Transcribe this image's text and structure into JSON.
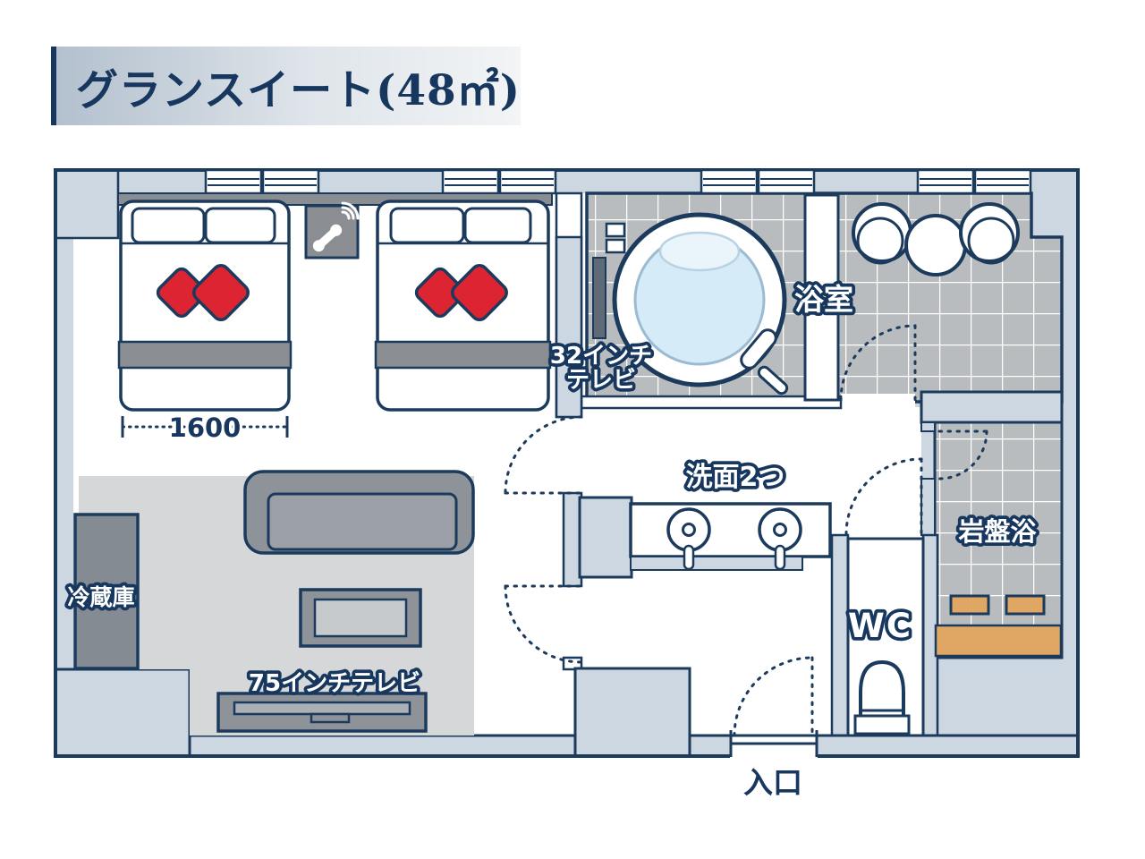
{
  "title": {
    "text": "グランスイート(48㎡)"
  },
  "colors": {
    "navy": "#1b3a5c",
    "title_navy": "#17375e",
    "wall": "#cdd7e1",
    "tile": "#b8bcbe",
    "red": "#dc2433",
    "tan": "#dfa763",
    "water": "#d6ebf8",
    "rug": "#d5d7d8",
    "furniture": "#8e9399"
  },
  "labels": {
    "bathroom": "浴室",
    "tv32_line1": "32インチ",
    "tv32_line2": "テレビ",
    "washbasins": "洗面2つ",
    "sauna": "岩盤浴",
    "wc": "WC",
    "fridge": "冷蔵庫",
    "tv75": "75インチテレビ",
    "entrance": "入口",
    "bed_width": "1600"
  },
  "icons": {
    "phone": "phone-receiver-with-signal-waves"
  }
}
